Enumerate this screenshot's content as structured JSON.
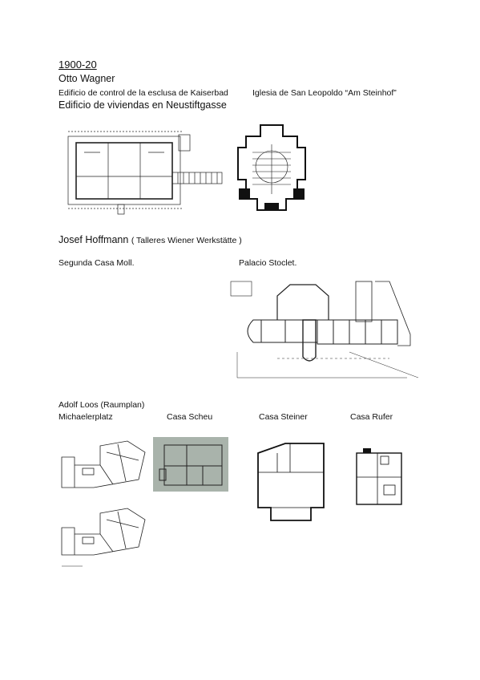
{
  "document": {
    "period": "1900-20",
    "otto_wagner": {
      "name": "Otto Wagner",
      "work1": "Edificio de control de la esclusa de Kaiserbad",
      "work2": "Iglesia de San Leopoldo “Am Steinhof”",
      "work3": "Edificio de viviendas en Neustiftgasse"
    },
    "josef_hoffmann": {
      "name": "Josef Hoffmann",
      "note": "( Talleres Wiener Werkstätte )",
      "work1": "Segunda Casa Moll.",
      "work2": "Palacio Stoclet."
    },
    "adolf_loos": {
      "name": "Adolf Loos (Raumplan)",
      "work1": "Michaelerplatz",
      "work2": "Casa Scheu",
      "work3": "Casa Steiner",
      "work4": "Casa Rufer"
    }
  },
  "colors": {
    "ink": "#111111",
    "scheu_bg": "#a9b3ab"
  }
}
